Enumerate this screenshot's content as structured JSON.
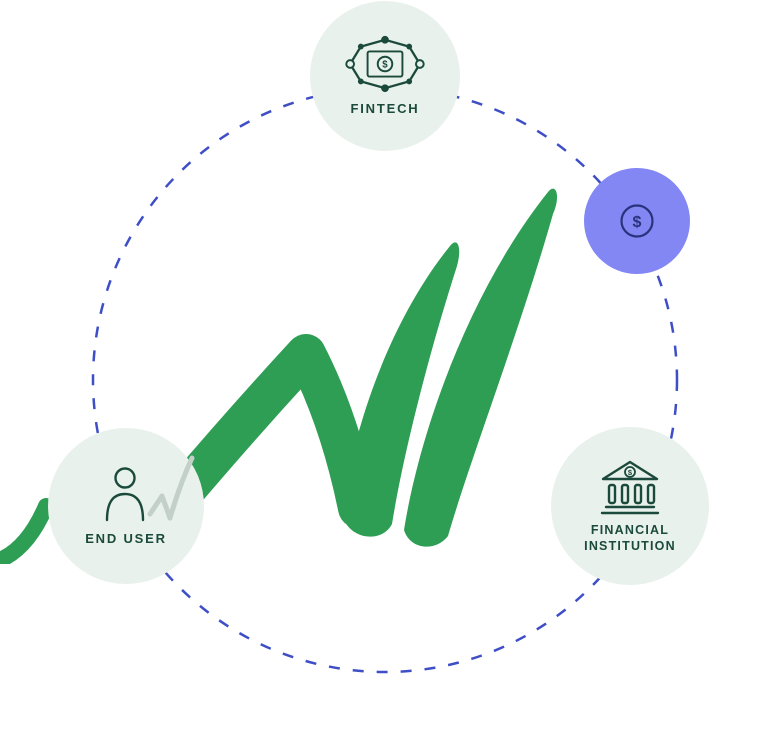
{
  "diagram": {
    "nodes": {
      "fintech": {
        "label": "FINTECH",
        "icon": "network-banknote-icon",
        "symbol": "$"
      },
      "money_transfer": {
        "icon": "dollar-circle-icon",
        "symbol": "$"
      },
      "financial_institution": {
        "label_line1": "FINANCIAL",
        "label_line2": "INSTITUTION",
        "icon": "bank-icon",
        "symbol": "$"
      },
      "end_user": {
        "label": "END USER",
        "icon": "person-icon"
      }
    },
    "colors": {
      "ring_blue": "#3E4EC6",
      "bubble_mint": "#E8F1EB",
      "bubble_purple": "#8387F4",
      "text_dark_green": "#1B4A3D",
      "logo_green": "#2E9E55",
      "icon_navy": "#2A327B",
      "decor_gray": "#C3CFC9"
    }
  }
}
